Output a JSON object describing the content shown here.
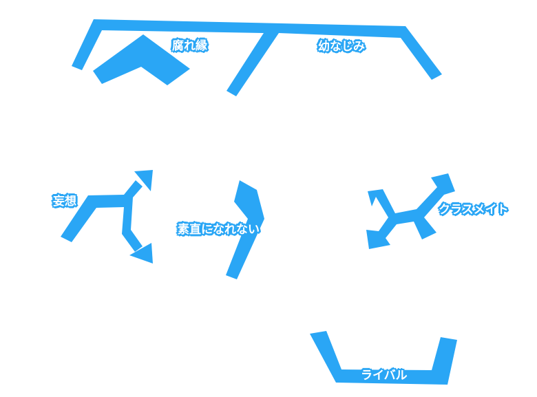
{
  "colors": {
    "arrow": "#2aa6f5",
    "label_fill": "#ffffff",
    "background": "#ffffff"
  },
  "labels": {
    "kusare_en": "腐れ縁",
    "osananajimi": "幼なじみ",
    "mousou": "妄想",
    "sunao": "素直になれない",
    "classmate": "クラスメイト",
    "rival": "ライバル"
  }
}
